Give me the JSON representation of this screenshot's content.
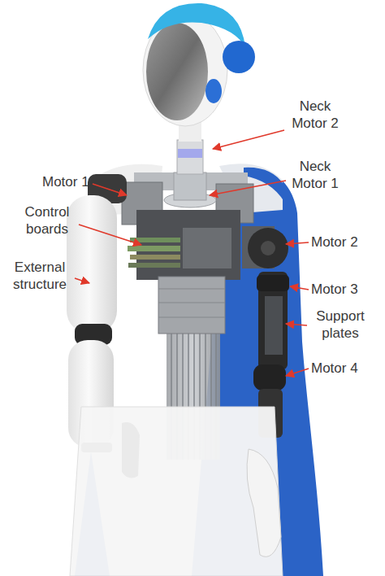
{
  "diagram": {
    "labels": [
      "Neck Motor 2",
      "Motor 1",
      "Neck Motor 1",
      "Control boards",
      "Motor 2",
      "External structure",
      "Motor 3",
      "Support plates",
      "Motor 4"
    ]
  }
}
